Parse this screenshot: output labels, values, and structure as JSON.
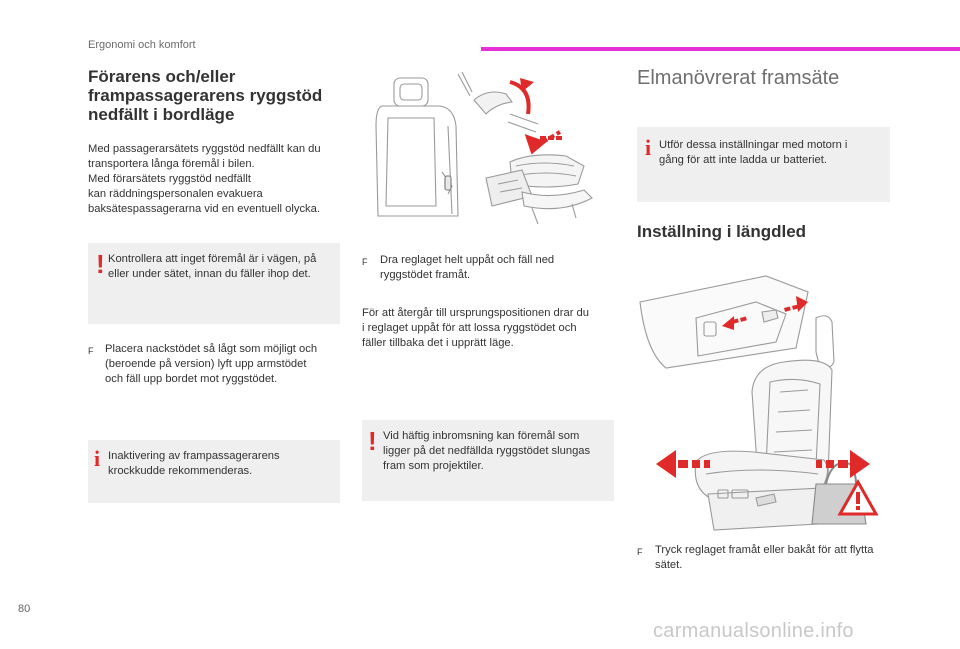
{
  "header": {
    "section": "Ergonomi och komfort",
    "accent": "#e62fd6"
  },
  "col1": {
    "title": "Förarens och/eller frampassagerarens ryggstöd nedfällt i bordläge",
    "intro_lines": [
      "Med passagerarsätets ryggstöd nedfällt kan du",
      "transportera långa föremål i bilen.",
      "Med förarsätets ryggstöd nedfällt",
      "kan räddningspersonalen evakuera",
      "baksätespassagerarna vid en eventuell olycka."
    ],
    "warning_lines": [
      "Kontrollera att inget föremål är i vägen, på",
      "eller under sätet, innan du fäller ihop det."
    ],
    "bullet_lines": [
      "Placera nackstödet så lågt som möjligt och",
      "(beroende på version) lyft upp armstödet",
      "och fäll upp bordet mot ryggstödet."
    ],
    "info_lines": [
      "Inaktivering av frampassagerarens",
      "krockkudde rekommenderas."
    ]
  },
  "col2": {
    "bullet_lines": [
      "Dra reglaget helt uppåt och fäll ned",
      "ryggstödet framåt."
    ],
    "para_lines": [
      "För att återgår till ursprungspositionen drar du",
      "i reglaget uppåt för att lossa ryggstödet och",
      "fäller tillbaka det i upprätt läge."
    ],
    "warning_lines": [
      "Vid häftig inbromsning kan föremål som",
      "ligger på det nedfällda ryggstödet slungas",
      "fram som projektiler."
    ]
  },
  "col3": {
    "title": "Elmanövrerat framsäte",
    "info_lines": [
      "Utför dessa inställningar med motorn i",
      "gång för att inte ladda ur batteriet."
    ],
    "subtitle": "Inställning i längdled",
    "bullet_lines": [
      "Tryck reglaget framåt eller bakåt för att flytta",
      "sätet."
    ]
  },
  "bullet_glyph": "F",
  "warning_glyph": "!",
  "info_glyph": "i",
  "page_number": "80",
  "watermark": "carmanualsonline.info",
  "colors": {
    "warning": "#e02a2a",
    "box_bg": "#efefef",
    "arrow": "#e02a2a"
  }
}
